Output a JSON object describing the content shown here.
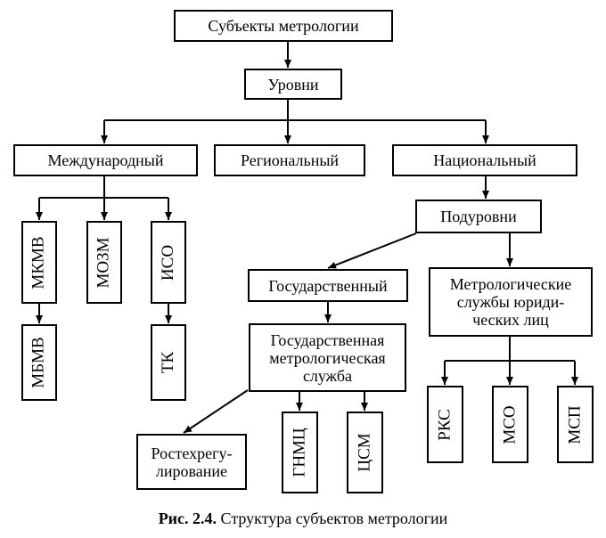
{
  "diagram": {
    "root": "Субъекты метрологии",
    "levels": "Уровни",
    "international": "Международный",
    "regional": "Региональный",
    "national": "Национальный",
    "mkmv": "МКМВ",
    "mbmv": "МБМВ",
    "mozm": "МОЗМ",
    "iso": "ИСО",
    "tk": "ТК",
    "sublevels": "Подуровни",
    "state": "Государственный",
    "legal_services": "Метрологические\nслужбы юриди-\nческих лиц",
    "state_service": "Государственная\nметрологическая\nслужба",
    "rostekh": "Ростехрегу-\nлирование",
    "gnmc": "ГНМЦ",
    "csm": "ЦСМ",
    "rks": "РКС",
    "mso": "МСО",
    "msp": "МСП"
  },
  "caption": {
    "label": "Рис. 2.4.",
    "text": "Структура субъектов метрологии"
  }
}
